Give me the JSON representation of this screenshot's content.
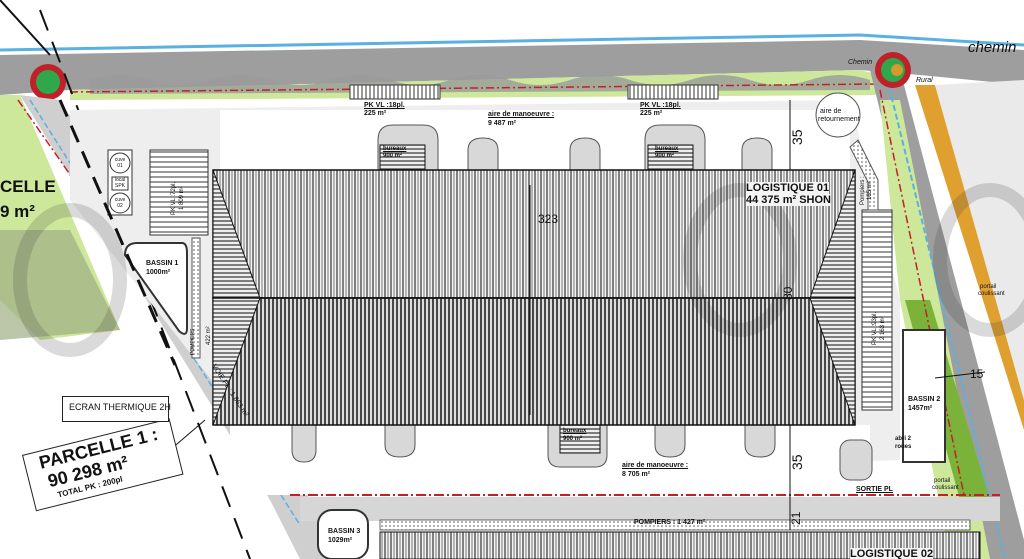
{
  "parcelle1": {
    "title": "PARCELLE 1 :",
    "area": "90 298 m²",
    "parking_total": "TOTAL PK : 200pl"
  },
  "parcelle_left": {
    "title": "CELLE",
    "area": "9 m²"
  },
  "ecran_thermique": "ECRAN THERMIQUE 2H",
  "roads": {
    "chemin_top": "chemin",
    "chemin_small": "Chemin",
    "rural": "Rural"
  },
  "parking_north_west": {
    "label": "PK VL :18pl.",
    "area": "225 m²"
  },
  "parking_north_east": {
    "label": "PK VL :18pl.",
    "area": "225 m²"
  },
  "parking_west": {
    "label": "PK VL :72pl.",
    "area": "1 809 m²"
  },
  "parking_east": {
    "label": "PK VL :93pl.",
    "area": "2 163 m²"
  },
  "maneuver_north": {
    "label": "aire de manoeuvre :",
    "area": "9 487 m²"
  },
  "maneuver_south": {
    "label": "aire de manoeuvre :",
    "area": "8 705 m²"
  },
  "turnaround": {
    "line1": "aire de",
    "line2": "retournement"
  },
  "logistique01": {
    "name": "LOGISTIQUE 01",
    "area": "44 375 m² SHON"
  },
  "logistique02": {
    "name": "LOGISTIQUE 02"
  },
  "offices": [
    {
      "label": "bureaux",
      "area": "900 m²"
    },
    {
      "label": "bureaux",
      "area": "900 m²"
    },
    {
      "label": "bureaux",
      "area": "900 m²"
    }
  ],
  "basins": [
    {
      "name": "BASSIN 1",
      "area": "1000m²"
    },
    {
      "name": "BASSIN 2",
      "area": "1457m²"
    },
    {
      "name": "BASSIN 3",
      "area": "1029m²"
    }
  ],
  "tanks": {
    "cuve1": "cuve 01",
    "cuve2": "cuve 02",
    "local": "local SPK"
  },
  "fire_lanes": {
    "east": "Pompiers :",
    "east_area": "165 m²",
    "south": "POMPIERS : 1 427 m²",
    "west": "POMPIERS",
    "west_area": "422 m²"
  },
  "truck_lane": "VOIE PL : 1 863 m²",
  "exit": "SORTIE PL",
  "gate1": {
    "line1": "portail",
    "line2": "coulissant"
  },
  "gate2": {
    "line1": "portail",
    "line2": "coulissant"
  },
  "bike_shelter": {
    "line1": "abri 2",
    "line2": "roues"
  },
  "dimensions": {
    "north": "35",
    "south": "35",
    "gap": "21",
    "east": "15",
    "length": "323",
    "width": "80"
  },
  "colors": {
    "grass": "#cde89a",
    "hedge": "#9a9a9a",
    "road": "#9e9e9e",
    "paving": "#dcdcdc",
    "limit": "#c0202a",
    "water": "#5ab0e0",
    "dark_green": "#7bb33a",
    "orange": "#e0a030"
  }
}
